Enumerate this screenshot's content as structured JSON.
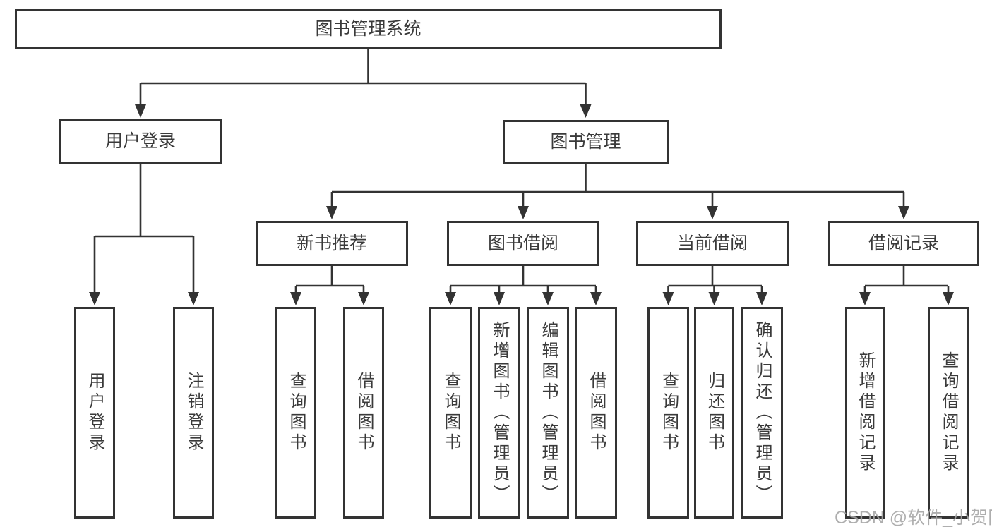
{
  "diagram": {
    "root": {
      "label": "图书管理系统"
    },
    "level2": {
      "user_login": {
        "label": "用户登录"
      },
      "book_mgmt": {
        "label": "图书管理"
      }
    },
    "level3": {
      "new_books": {
        "label": "新书推荐"
      },
      "book_borrow": {
        "label": "图书借阅"
      },
      "current_borrow": {
        "label": "当前借阅"
      },
      "borrow_records": {
        "label": "借阅记录"
      }
    },
    "leaves": {
      "user_login": [
        "用户登录",
        "注销登录"
      ],
      "new_books": [
        "查询图书",
        "借阅图书"
      ],
      "book_borrow": [
        "查询图书",
        "新增图书（管理员）",
        "编辑图书（管理员）",
        "借阅图书"
      ],
      "current_borrow": [
        "查询图书",
        "归还图书",
        "确认归还（管理员）"
      ],
      "borrow_records": [
        "新增借阅记录",
        "查询借阅记录"
      ]
    }
  },
  "watermark": {
    "text": "CSDN @软件_小贺同学"
  },
  "colors": {
    "line": "#333333",
    "text": "#3a3a3a",
    "watermark": "#a6a6a6",
    "background": "#ffffff"
  }
}
